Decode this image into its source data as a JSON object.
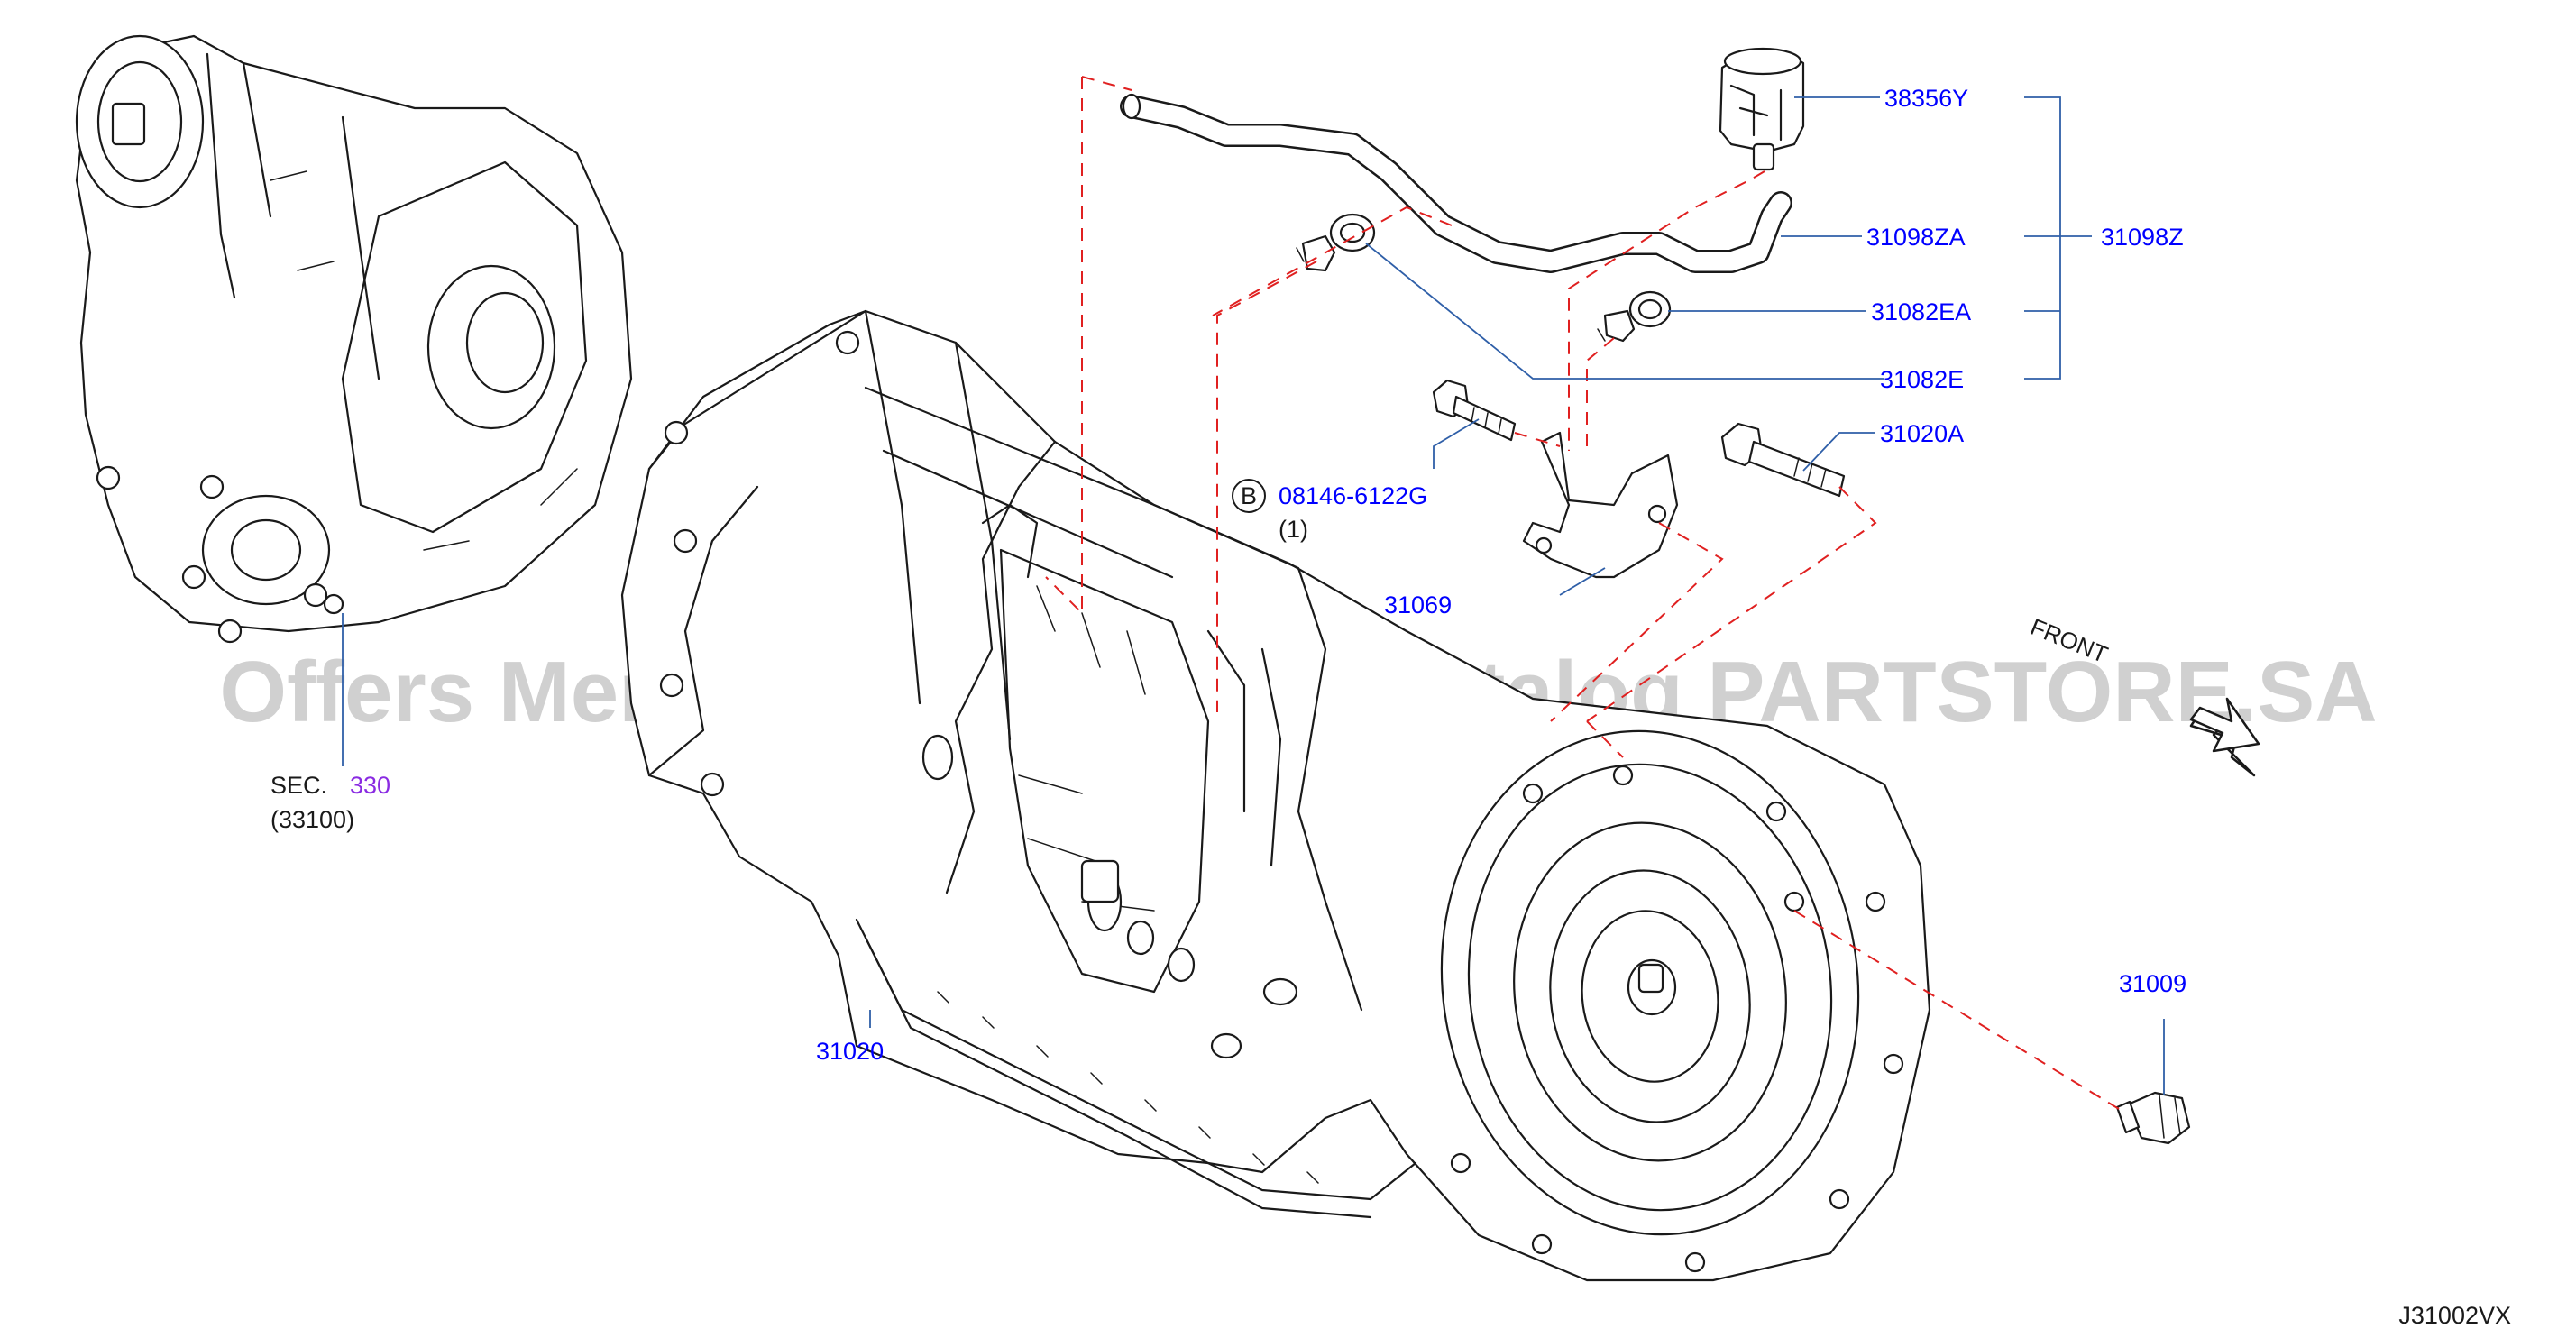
{
  "colors": {
    "ink": "#1a1a1a",
    "label_blue": "#0000ff",
    "label_purple": "#8a2be2",
    "leader": "#2f5fa8",
    "dash_red": "#e02020",
    "watermark": "#c8c8c8"
  },
  "watermark": "Offers Merchant Auto Parts Catalog PARTSTORE.SA",
  "diagram_id": "J31002VX",
  "front_label": "FRONT",
  "section_ref": {
    "prefix": "SEC.",
    "number": "330",
    "sub": "(33100)"
  },
  "bolt_note": {
    "circle_letter": "B",
    "part_number": "08146-6122G",
    "qty": "(1)"
  },
  "parts": {
    "p38356Y": "38356Y",
    "p31098ZA": "31098ZA",
    "p31098Z": "31098Z",
    "p31082EA": "31082EA",
    "p31082E": "31082E",
    "p31020A": "31020A",
    "p31069": "31069",
    "p31020": "31020",
    "p31009": "31009"
  },
  "icons": [
    "transfer-case-drawing",
    "transmission-drawing",
    "breather-hose-icon",
    "clip-icon",
    "bolt-icon",
    "bracket-icon",
    "drain-plug-icon",
    "front-arrow-icon"
  ]
}
